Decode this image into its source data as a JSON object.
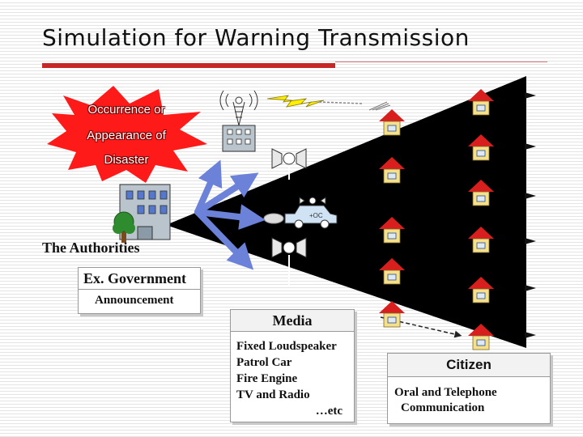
{
  "title": "Simulation for Warning Transmission",
  "disaster": {
    "line1": "Occurrence or",
    "line2": "Appearance of",
    "line3": "Disaster"
  },
  "authorities_label": "The Authorities",
  "government": {
    "heading": "Ex. Government",
    "item": "Announcement"
  },
  "patrol_car_marking": "+OC",
  "media": {
    "heading": "Media",
    "items": [
      "Fixed Loudspeaker",
      "Patrol Car",
      "Fire Engine",
      "TV and Radio"
    ],
    "etc": "…etc"
  },
  "citizen": {
    "heading": "Citizen",
    "line1": "Oral and Telephone",
    "line2": "Communication"
  },
  "colors": {
    "title_bar": "#c62828",
    "burst": "#ff1a1a",
    "beam": "#000000",
    "arrows": "#6b82d8",
    "house_wall": "#f6e08a",
    "house_roof": "#d91e1e",
    "lightning": "#ffee00"
  },
  "icons": [
    "tower-icon",
    "lightning-icon",
    "loudspeaker-icon",
    "patrol-car-icon",
    "government-building-icon",
    "tree-icon",
    "house-icon"
  ]
}
